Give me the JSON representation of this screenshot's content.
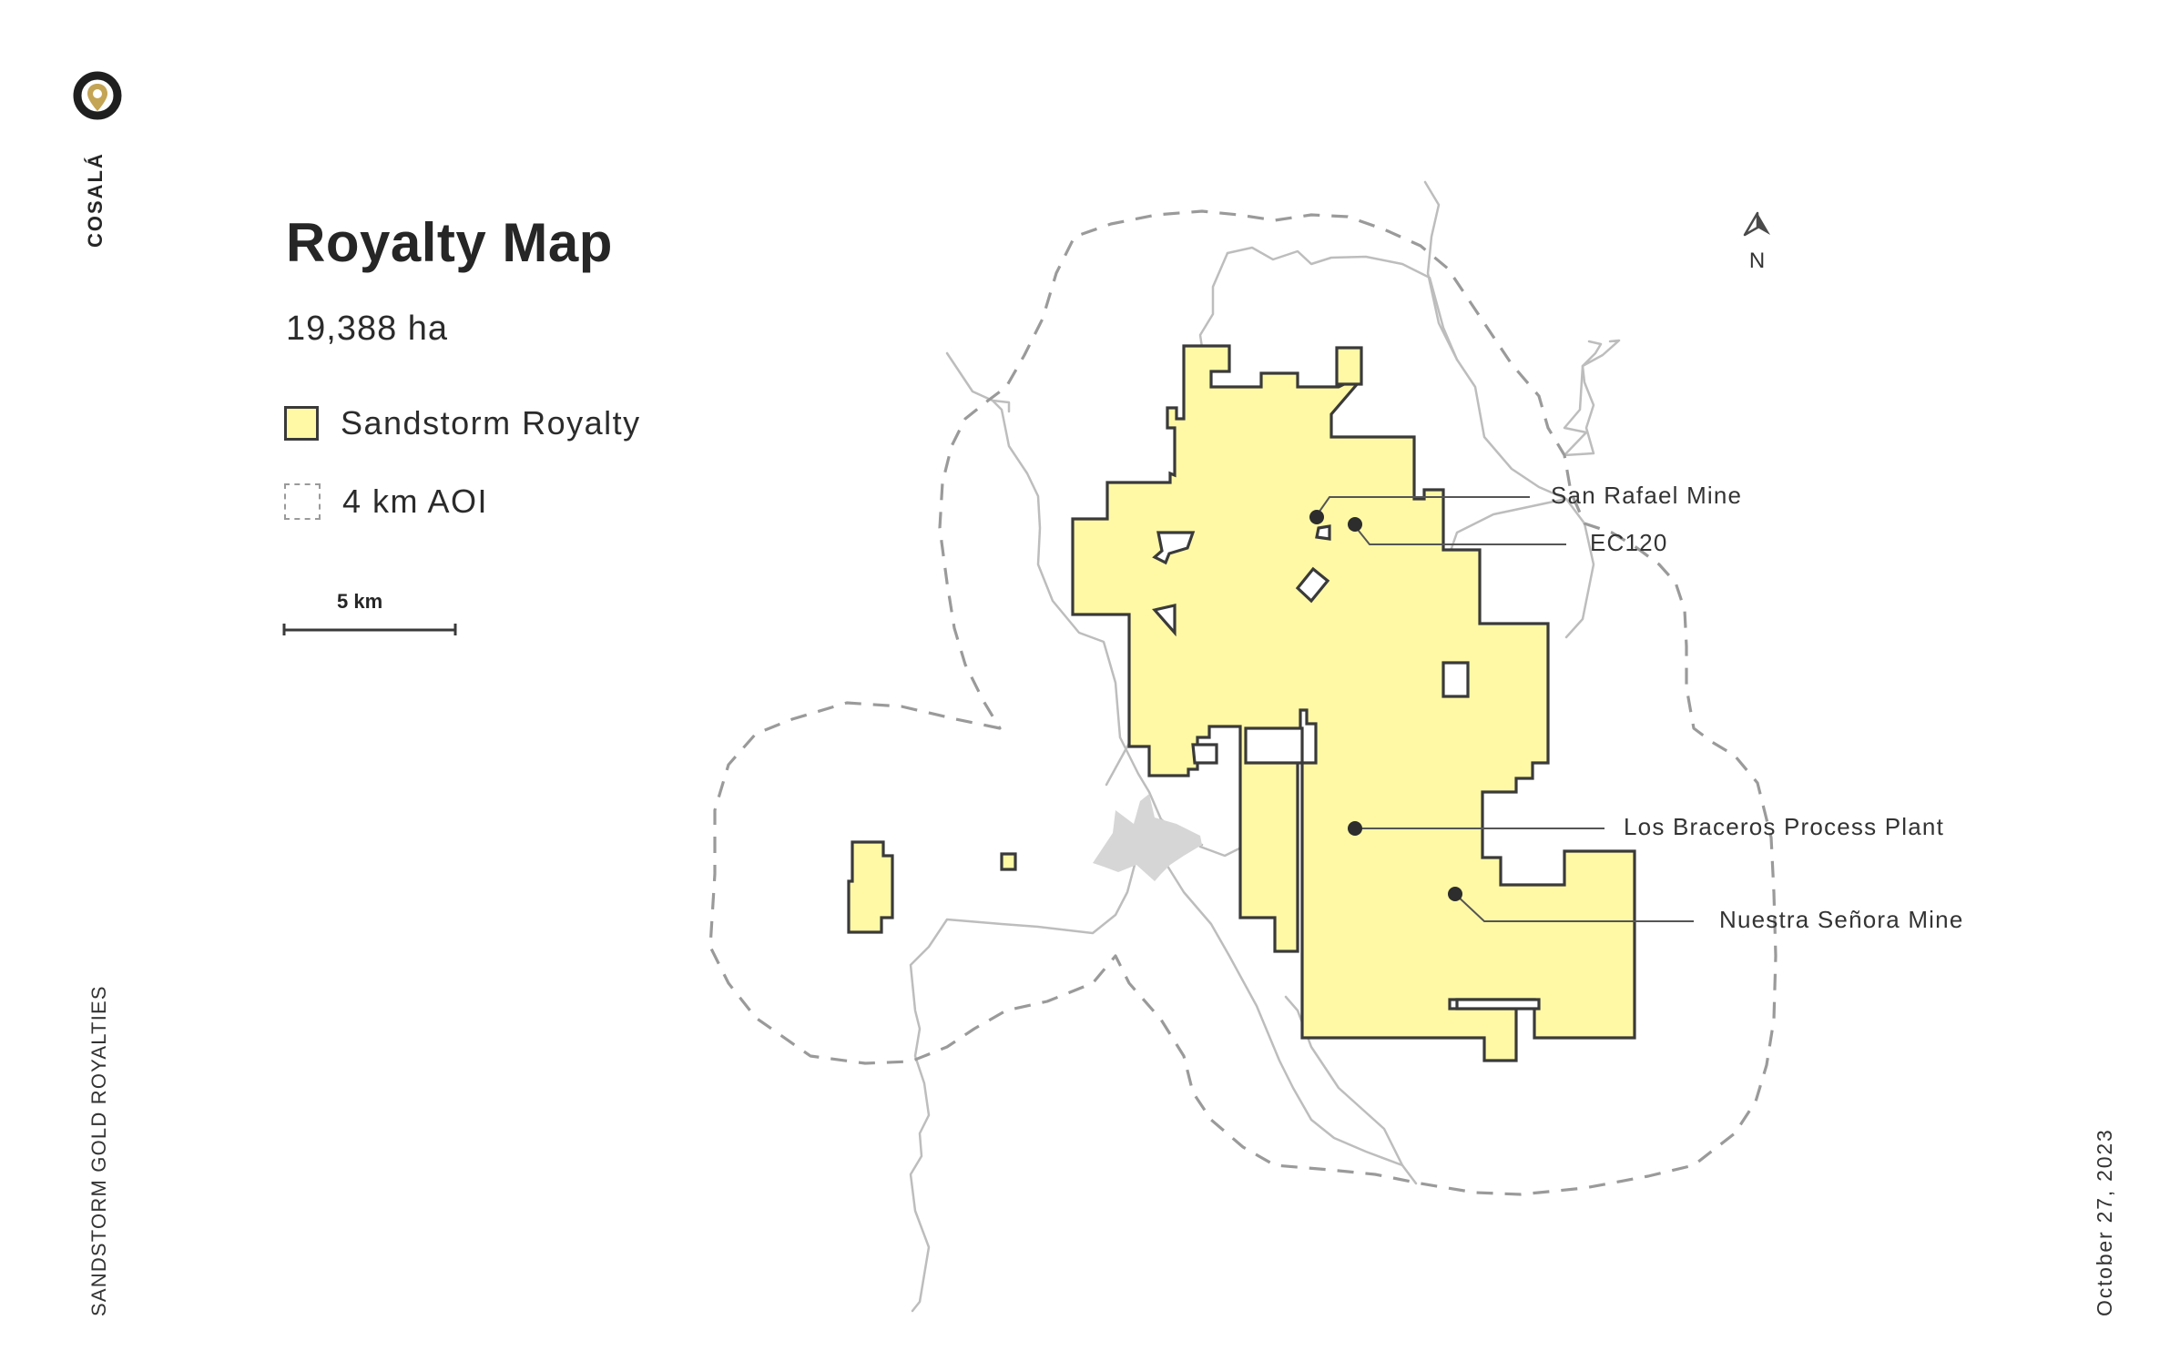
{
  "brand": {
    "name": "COSALÁ",
    "logo_icon": "location-pin-icon",
    "colors": {
      "ring": "#1f1f1f",
      "gold": "#c4a455"
    }
  },
  "map": {
    "title": "Royalty Map",
    "area": "19,388 ha",
    "legend": {
      "royalty": "Sandstorm Royalty",
      "aoi": "4 km AOI"
    },
    "scale_label": "5 km",
    "north_label": "N",
    "locations": [
      {
        "name": "San Rafael Mine"
      },
      {
        "name": "EC120"
      },
      {
        "name": "Los Braceros Process Plant"
      },
      {
        "name": "Nuestra Señora Mine"
      }
    ],
    "colors": {
      "royalty_fill": "#fff9a6",
      "royalty_stroke": "#3a3a3a",
      "aoi_stroke": "#9a9a9a",
      "road": "#bdbdbd",
      "water": "#d6d6d6"
    }
  },
  "footer": {
    "company": "SANDSTORM GOLD ROYALTIES",
    "date": "October 27, 2023"
  }
}
